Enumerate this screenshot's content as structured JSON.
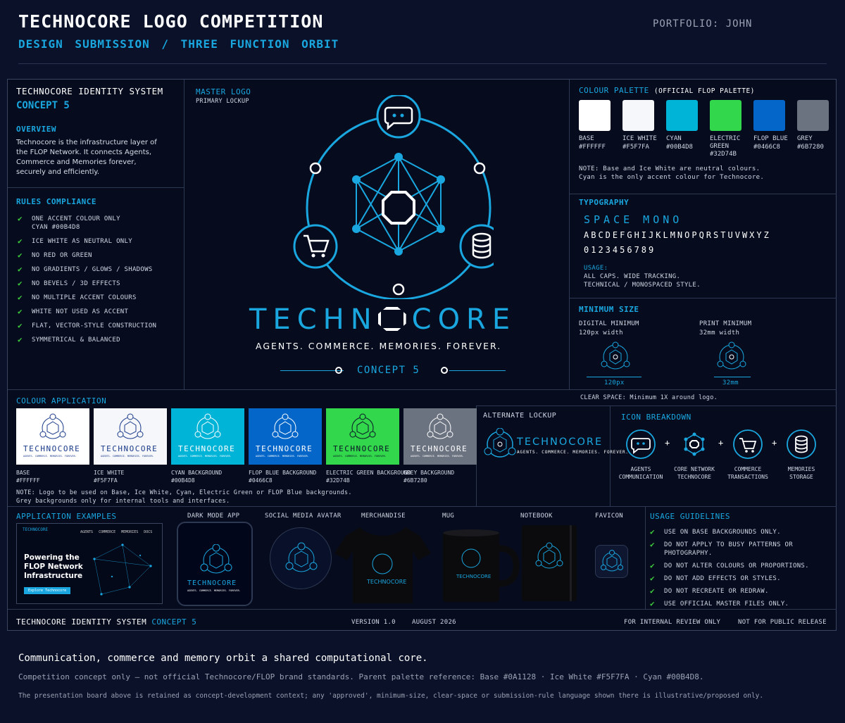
{
  "header": {
    "title": "TECHNOCORE LOGO COMPETITION",
    "subtitle": "DESIGN SUBMISSION  /  THREE FUNCTION ORBIT",
    "portfolio": "PORTFOLIO: JOHN"
  },
  "left": {
    "system_title": "TECHNOCORE IDENTITY SYSTEM",
    "concept": "CONCEPT 5",
    "overview_title": "OVERVIEW",
    "overview_text": "Technocore is the infrastructure layer of the FLOP Network. It connects Agents, Commerce and Memories forever, securely and efficiently.",
    "rules_title": "RULES COMPLIANCE",
    "rules": [
      "ONE ACCENT COLOUR ONLY\nCYAN #00B4D8",
      "ICE WHITE AS NEUTRAL ONLY",
      "NO RED OR GREEN",
      "NO GRADIENTS / GLOWS / SHADOWS",
      "NO BEVELS / 3D EFFECTS",
      "NO MULTIPLE ACCENT COLOURS",
      "WHITE NOT USED AS ACCENT",
      "FLAT, VECTOR-STYLE CONSTRUCTION",
      "SYMMETRICAL & BALANCED"
    ]
  },
  "master": {
    "title": "MASTER LOGO",
    "subtitle": "PRIMARY LOCKUP",
    "wordmark_a": "TECHN",
    "wordmark_b": "CORE",
    "tagline": "AGENTS. COMMERCE. MEMORIES. FOREVER.",
    "concept": "CONCEPT 5"
  },
  "palette": {
    "title": "COLOUR PALETTE",
    "title_suffix": "(OFFICIAL FLOP PALETTE)",
    "swatches": [
      {
        "name": "BASE",
        "hex": "#FFFFFF",
        "color": "#FFFFFF"
      },
      {
        "name": "ICE WHITE",
        "hex": "#F5F7FA",
        "color": "#F5F7FA"
      },
      {
        "name": "CYAN",
        "hex": "#00B4D8",
        "color": "#00B4D8"
      },
      {
        "name": "ELECTRIC\nGREEN",
        "hex": "#32D74B",
        "color": "#32D74B"
      },
      {
        "name": "FLOP BLUE",
        "hex": "#0466C8",
        "color": "#0466C8"
      },
      {
        "name": "GREY",
        "hex": "#6B7280",
        "color": "#6B7280"
      }
    ],
    "note": "NOTE: Base and Ice White are neutral colours.\nCyan is the only accent colour for Technocore."
  },
  "typography": {
    "title": "TYPOGRAPHY",
    "font_name": "SPACE MONO",
    "alphabet": "ABCDEFGHIJKLMNOPQRSTUVWXYZ",
    "digits": "0123456789",
    "usage_title": "USAGE:",
    "usage_text": "ALL CAPS. WIDE TRACKING.\nTECHNICAL / MONOSPACED STYLE."
  },
  "min_size": {
    "title": "MINIMUM SIZE",
    "digital_title": "DIGITAL MINIMUM",
    "digital_value": "120px width",
    "print_title": "PRINT MINIMUM",
    "print_value": "32mm width",
    "digital_dim": "120px",
    "print_dim": "32mm",
    "clear_space": "CLEAR SPACE: Minimum 1X around logo."
  },
  "colour_app": {
    "title": "COLOUR APPLICATION",
    "items": [
      {
        "name": "BASE",
        "hex": "#FFFFFF",
        "bg": "#FFFFFF",
        "fg": "#1a3a8a"
      },
      {
        "name": "ICE WHITE",
        "hex": "#F5F7FA",
        "bg": "#F5F7FA",
        "fg": "#1a3a8a"
      },
      {
        "name": "CYAN BACKGROUND",
        "hex": "#00B4D8",
        "bg": "#00B4D8",
        "fg": "#ffffff"
      },
      {
        "name": "FLOP BLUE BACKGROUND",
        "hex": "#0466C8",
        "bg": "#0466C8",
        "fg": "#ffffff"
      },
      {
        "name": "ELECTRIC GREEN BACKGROUND",
        "hex": "#32D74B",
        "bg": "#32D74B",
        "fg": "#0a1128"
      },
      {
        "name": "GREY BACKGROUND",
        "hex": "#6B7280",
        "bg": "#6B7280",
        "fg": "#ffffff"
      }
    ],
    "note": "NOTE: Logo to be used on Base, Ice White, Cyan, Electric Green or FLOP Blue backgrounds.\nGrey backgrounds only for internal tools and interfaces."
  },
  "alternate": {
    "title": "ALTERNATE LOCKUP",
    "wordmark_a": "TECHN",
    "wordmark_b": "CORE",
    "tagline": "AGENTS. COMMERCE. MEMORIES. FOREVER."
  },
  "icons": {
    "title": "ICON BREAKDOWN",
    "items": [
      {
        "name": "AGENTS\nCOMMUNICATION"
      },
      {
        "name": "CORE NETWORK\nTECHNOCORE"
      },
      {
        "name": "COMMERCE\nTRANSACTIONS"
      },
      {
        "name": "MEMORIES\nSTORAGE"
      }
    ],
    "plus": "+"
  },
  "examples": {
    "title": "APPLICATION EXAMPLES",
    "dark_mode": "DARK MODE APP",
    "social": "SOCIAL MEDIA AVATAR",
    "merch": "MERCHANDISE",
    "mug": "MUG",
    "notebook": "NOTEBOOK",
    "favicon": "FAVICON",
    "web_nav": [
      "AGENTS",
      "COMMERCE",
      "MEMORIES",
      "DOCS"
    ],
    "web_headline": "Powering the\nFLOP Network\nInfrastructure",
    "web_button": "Explore Technocore",
    "web_logo": "TECHNOCORE",
    "app_word": "TECHNOCORE",
    "app_tag": "AGENTS. COMMERCE. MEMORIES. FOREVER."
  },
  "usage": {
    "title": "USAGE GUIDELINES",
    "items": [
      "USE ON BASE BACKGROUNDS ONLY.",
      "DO NOT APPLY TO BUSY PATTERNS OR PHOTOGRAPHY.",
      "DO NOT ALTER COLOURS OR PROPORTIONS.",
      "DO NOT ADD EFFECTS OR STYLES.",
      "DO NOT RECREATE OR REDRAW.",
      "USE OFFICIAL MASTER FILES ONLY."
    ]
  },
  "board_footer": {
    "system": "TECHNOCORE IDENTITY SYSTEM",
    "concept": "CONCEPT 5",
    "version": "VERSION 1.0",
    "date": "AUGUST 2026",
    "internal": "FOR INTERNAL REVIEW ONLY",
    "public": "NOT FOR PUBLIC RELEASE"
  },
  "caption": {
    "line1": "Communication, commerce and memory orbit a shared computational core.",
    "line2": "Competition concept only — not official Technocore/FLOP brand standards. Parent palette reference: Base #0A1128 · Ice White #F5F7FA · Cyan #00B4D8.",
    "line3": "The presentation board above is retained as concept-development context; any 'approved', minimum-size, clear-space or submission-rule language shown there is illustrative/proposed only."
  },
  "colors": {
    "cyan": "#1aa7e0",
    "board": "#060c1e",
    "line": "#2d3852"
  }
}
